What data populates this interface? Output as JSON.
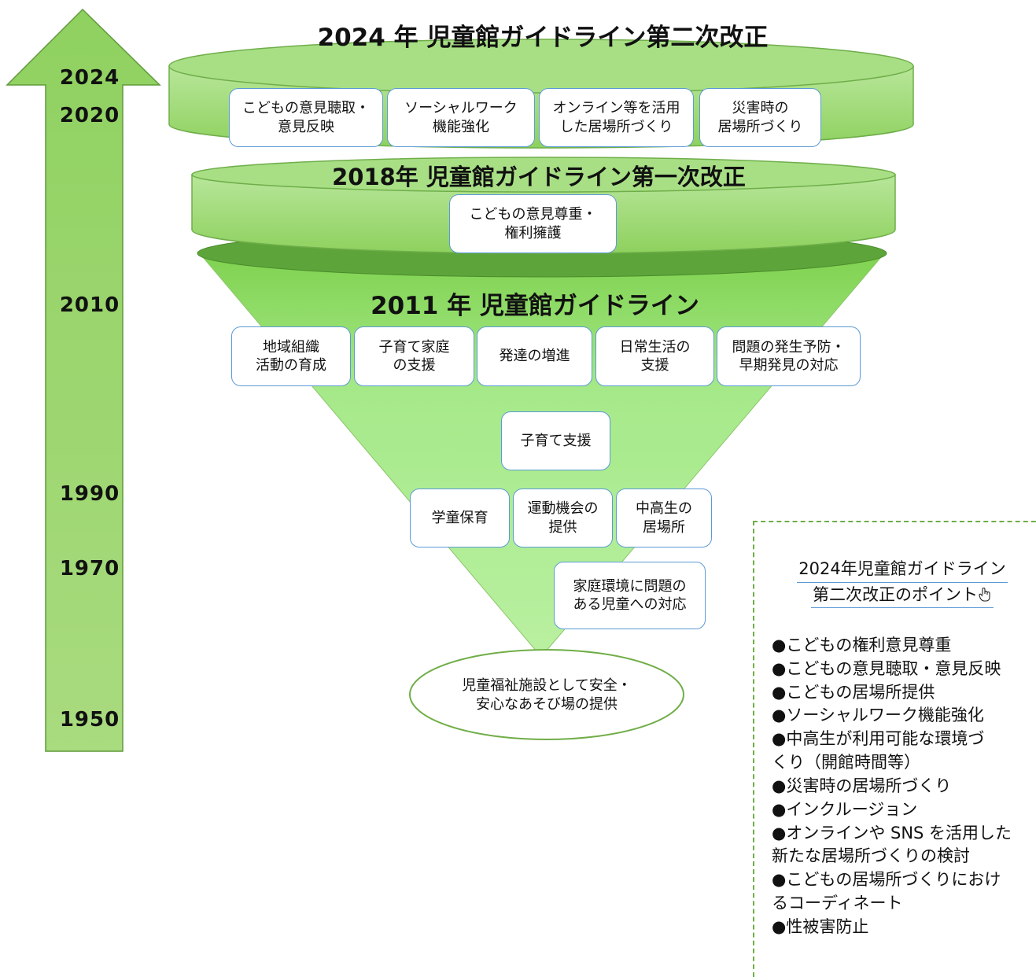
{
  "timeline": {
    "years": [
      "2024",
      "2020",
      "2010",
      "1990",
      "1970",
      "1950"
    ]
  },
  "tiers": {
    "top": {
      "title": "2024 年  児童館ガイドライン第二次改正",
      "items": [
        "こどもの意見聴取・\n意見反映",
        "ソーシャルワーク\n機能強化",
        "オンライン等を活用\nした居場所づくり",
        "災害時の\n居場所づくり"
      ]
    },
    "middle": {
      "title": "2018年  児童館ガイドライン第一次改正",
      "items": [
        "こどもの意見尊重・\n権利擁護"
      ]
    },
    "bottom": {
      "title": "2011 年  児童館ガイドライン",
      "items": [
        "地域組織\n活動の育成",
        "子育て家庭\nの支援",
        "発達の増進",
        "日常生活の\n支援",
        "問題の発生予防・\n早期発見の対応"
      ]
    }
  },
  "history": {
    "y1990": "子育て支援",
    "y1970": [
      "学童保育",
      "運動機会の\n提供",
      "中高生の\n居場所"
    ],
    "y1950": "家庭環境に問題の\nある児童への対応",
    "base": "児童福祉施設として安全・\n安心なあそび場の提供"
  },
  "points": {
    "title_line1": "2024年児童館ガイドライン",
    "title_line2": "第二次改正のポイント",
    "items": [
      "●こどもの権利意見尊重",
      "●こどもの意見聴取・意見反映",
      "●こどもの居場所提供",
      "●ソーシャルワーク機能強化",
      "●中高生が利用可能な環境づ\n  くり（開館時間等）",
      "●災害時の居場所づくり",
      "●インクルージョン",
      "●オンラインや SNS を活用した\n 新たな居場所づくりの検討",
      "●こどもの居場所づくりにおけ\n  るコーディネート",
      "●性被害防止"
    ]
  },
  "colors": {
    "green": "#92d050",
    "green_light": "#b4e38a",
    "green_dark": "#548235",
    "box_border": "#5b9bd5"
  },
  "icons": [
    "up-arrow-icon",
    "hand-pointer-icon"
  ]
}
